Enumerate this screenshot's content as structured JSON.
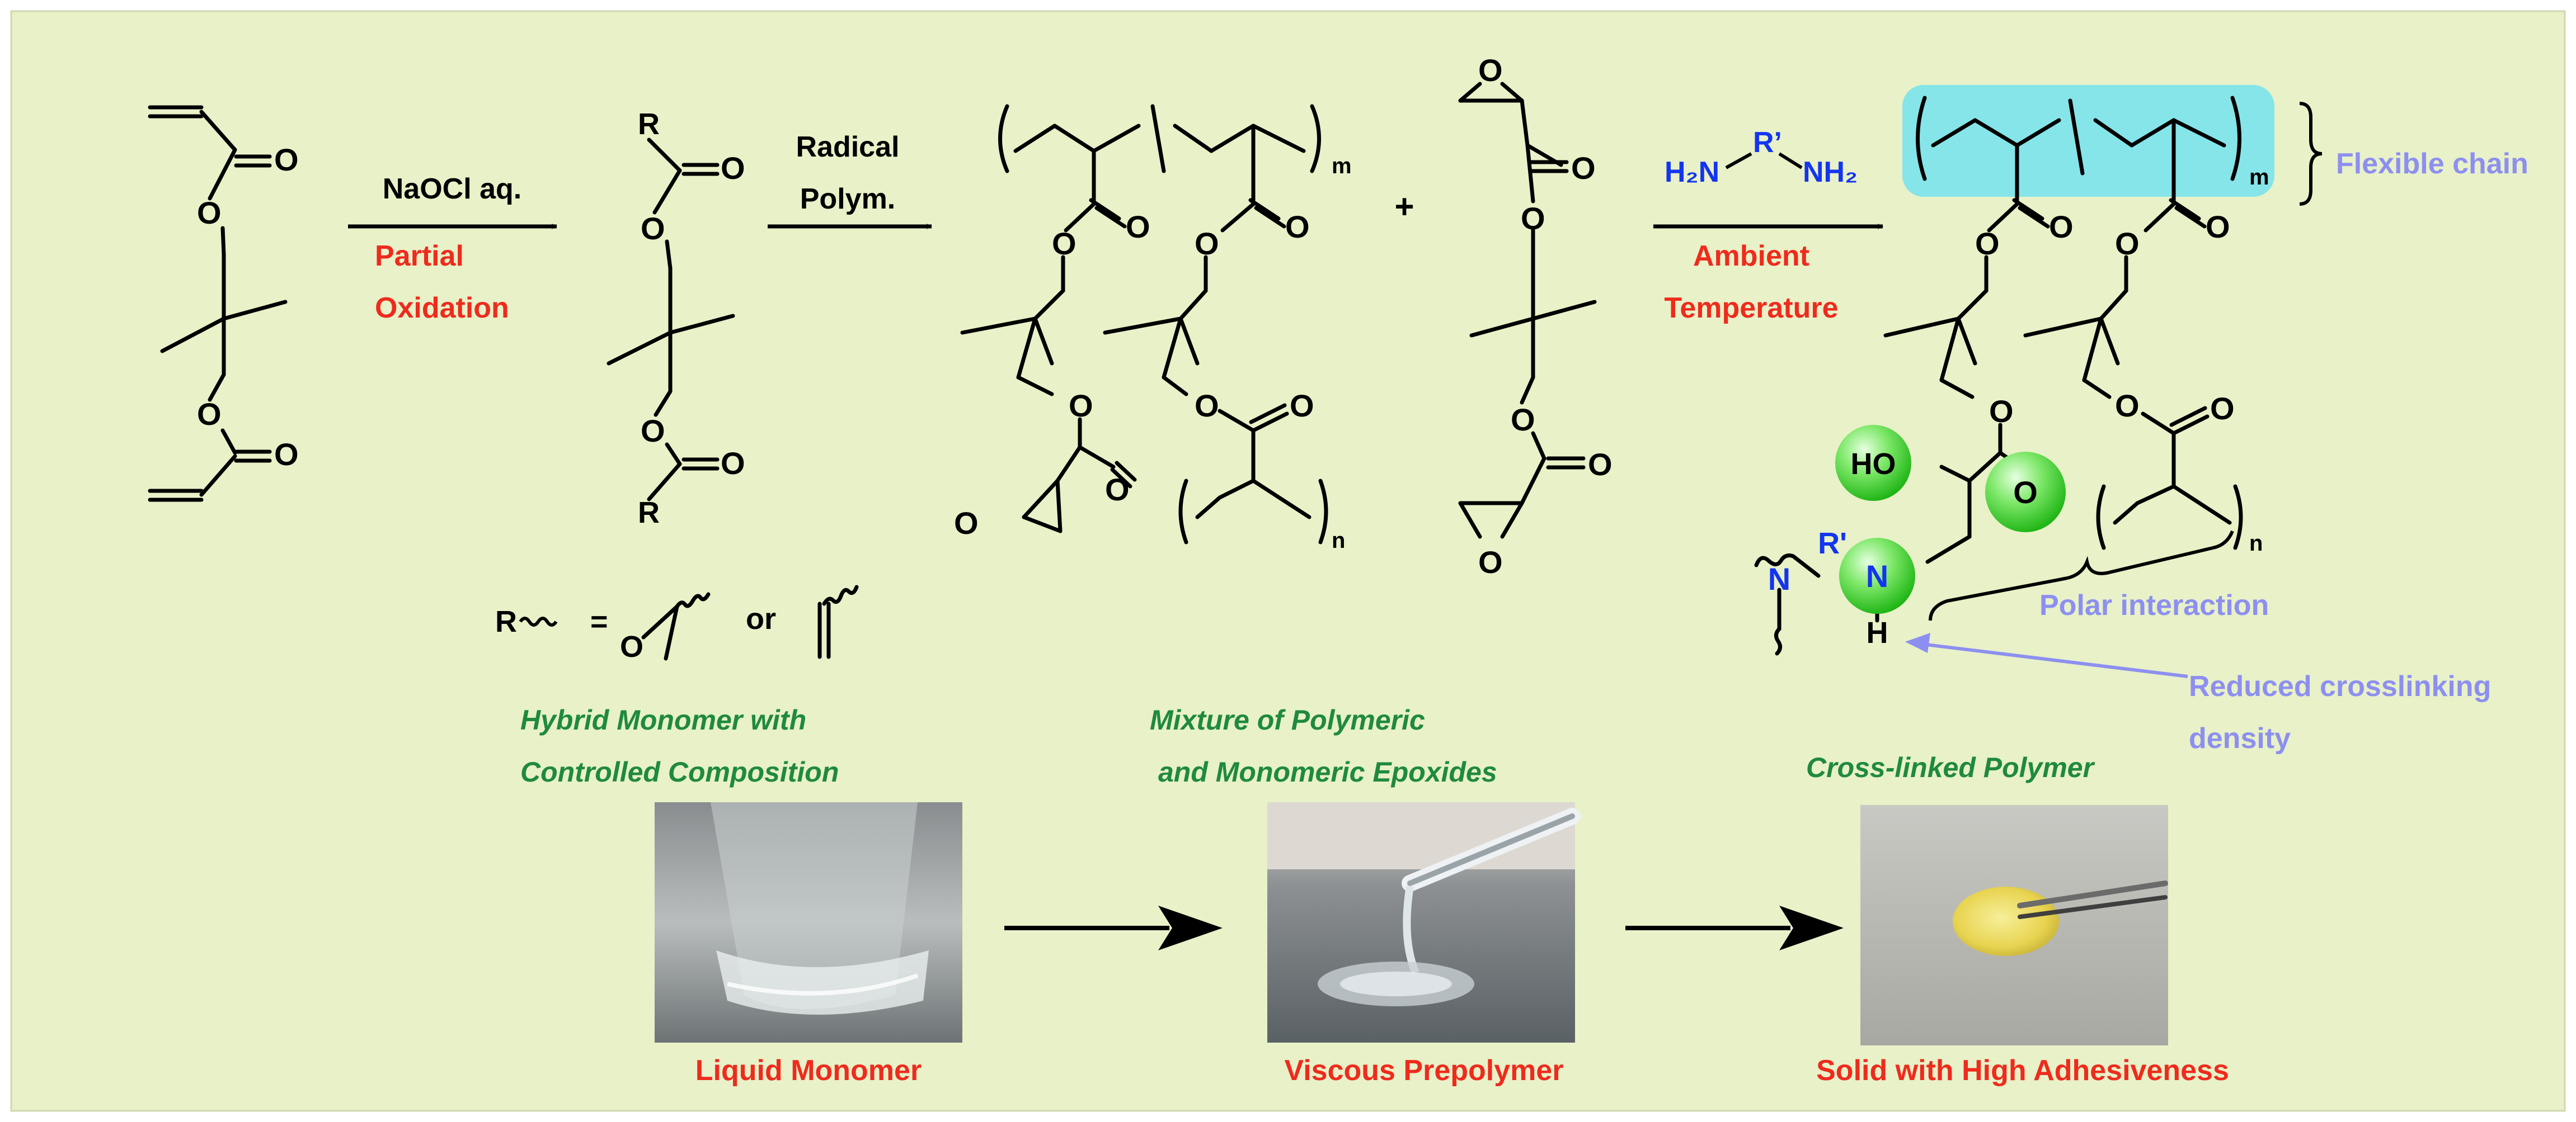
{
  "colors": {
    "background": "#e8f1c8",
    "bond": "#000000",
    "red_label": "#ee2b1d",
    "green_label": "#1f8a3c",
    "blue_atom": "#1435ef",
    "lavender_note": "#8d8ff0",
    "cyan_highlight": "#73e3ee",
    "sphere_light": "#d9ffd0",
    "sphere_dark": "#27c21b"
  },
  "step1": {
    "reagent": "NaOCl aq.",
    "condition_line1": "Partial",
    "condition_line2": "Oxidation"
  },
  "step2": {
    "line1": "Radical",
    "line2": "Polym."
  },
  "step3": {
    "condition_line1": "Ambient",
    "condition_line2": "Temperature"
  },
  "atoms": {
    "oxygen": "O",
    "r_group": "R",
    "subscript_m": "m",
    "subscript_n": "n",
    "plus": "+",
    "hydroxyl": "HO",
    "nitrogen": "N",
    "hydrogen": "H",
    "r_prime": "R’",
    "r_prime_plain": "R'",
    "nh2_left": "H₂N",
    "nh2_right": "NH₂"
  },
  "r_definition": {
    "eq": "=",
    "or": "or"
  },
  "annotations": {
    "flexible_chain": "Flexible chain",
    "polar_interaction": "Polar interaction",
    "reduced_crosslinking_line1": "Reduced crosslinking",
    "reduced_crosslinking_line2": "density"
  },
  "stages": [
    {
      "caption_line1": "Hybrid Monomer with",
      "caption_line2": "Controlled Composition",
      "photo_label": "Liquid Monomer"
    },
    {
      "caption_line1": "Mixture of Polymeric",
      "caption_line2": "and Monomeric Epoxides",
      "photo_label": "Viscous Prepolymer"
    },
    {
      "caption_line1": "Cross-linked Polymer",
      "caption_line2": "",
      "photo_label": "Solid with High Adhesiveness"
    }
  ]
}
